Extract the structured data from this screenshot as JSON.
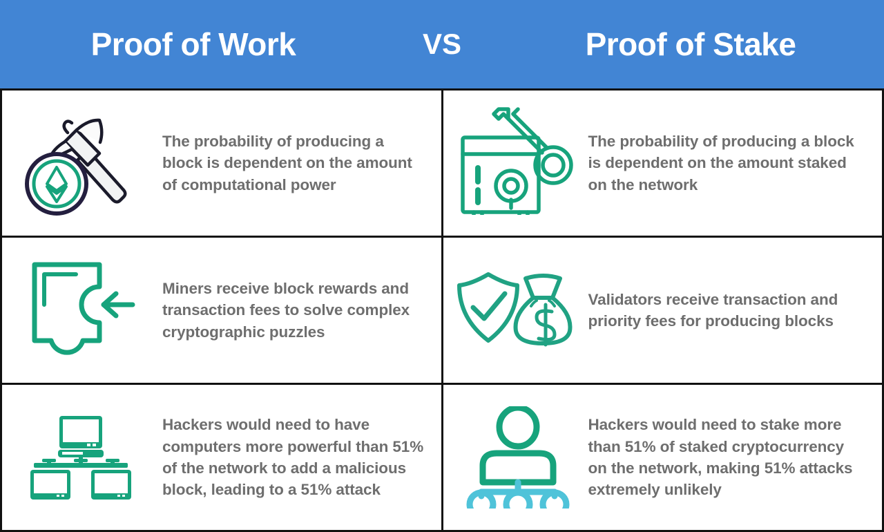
{
  "header": {
    "left_title": "Proof of Work",
    "versus": "VS",
    "right_title": "Proof of Stake",
    "background_color": "#4285d4",
    "text_color": "#ffffff"
  },
  "theme": {
    "accent_teal": "#17a37c",
    "accent_light_blue": "#4fc3d9",
    "dark_navy": "#241f3f",
    "body_text_color": "#6e6e6e",
    "border_color": "#111111",
    "cell_background": "#ffffff"
  },
  "comparison": {
    "columns": [
      "Proof of Work",
      "Proof of Stake"
    ],
    "rows": [
      {
        "left": {
          "icon": "pickaxe-ethereum-coin-icon",
          "text": "The probability of producing a block is dependent on the amount of computational power"
        },
        "right": {
          "icon": "safe-with-key-icon",
          "text": "The probability of producing a block is dependent on the amount staked on the network"
        }
      },
      {
        "left": {
          "icon": "puzzle-piece-arrow-icon",
          "text": "Miners receive block rewards and transaction fees to solve complex cryptographic puzzles"
        },
        "right": {
          "icon": "shield-check-money-bag-icon",
          "text": "Validators receive transaction and priority fees for producing blocks"
        }
      },
      {
        "left": {
          "icon": "computer-network-icon",
          "text": "Hackers would need to have computers more powerful than 51% of the network to add a malicious block, leading to a 51% attack"
        },
        "right": {
          "icon": "person-hierarchy-nodes-icon",
          "text": "Hackers would need to stake more than 51% of staked cryptocurrency on the network, making 51% attacks extremely unlikely"
        }
      }
    ]
  }
}
